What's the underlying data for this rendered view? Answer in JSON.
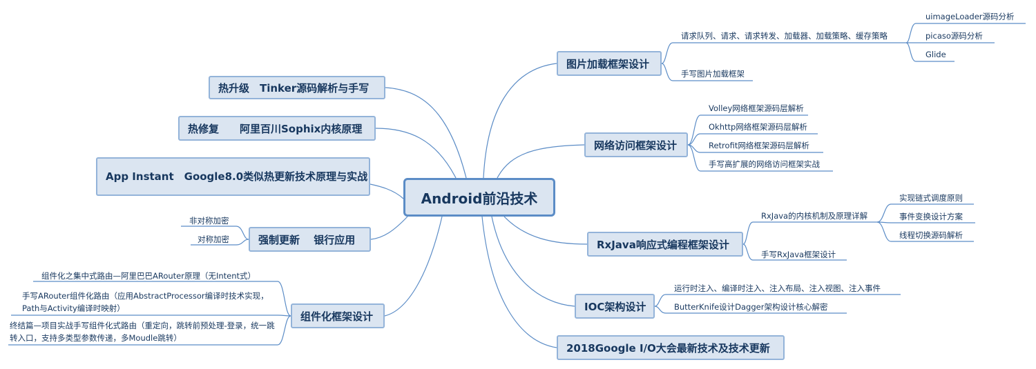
{
  "center": "Android前沿技术",
  "left": {
    "hotfix_upgrade": "热升级　Tinker源码解析与手写",
    "hotfix_repair": "热修复　　阿里百川Sophix内核原理",
    "app_instant": "App Instant　Google8.0类似热更新技术原理与实战",
    "force_update": {
      "label": "强制更新　 银行应用",
      "children": [
        "非对称加密",
        "对称加密"
      ]
    },
    "componentization": {
      "label": "组件化框架设计",
      "children": [
        "组件化之集中式路由—阿里巴巴ARouter原理（无Intent式）",
        "手写ARouter组件化路由（应用AbstractProcessor编译时技术实现，Path与Activity编译时映射）",
        "终结篇—项目实战手写组件化式路由（重定向，跳转前预处理-登录，统一跳转入口，支持多类型参数传递，多Moudle跳转）"
      ]
    }
  },
  "right": {
    "image_loading": {
      "label": "图片加载框架设计",
      "branch1": "请求队列、请求、请求转发、加载器、加载策略、缓存策略",
      "branch1_children": [
        "uimageLoader源码分析",
        "picaso源码分析",
        "Glide"
      ],
      "branch2": "手写图片加载框架"
    },
    "network": {
      "label": "网络访问框架设计",
      "children": [
        "Volley网络框架源码层解析",
        "Okhttp网络框架源码层解析",
        "Retrofit网络框架源码层解析",
        "手写高扩展的网络访问框架实战"
      ]
    },
    "rxjava": {
      "label": "RxJava响应式编程框架设计",
      "branch1": "RxJava的内核机制及原理详解",
      "branch1_children": [
        "实现链式调度原则",
        "事件变换设计方案",
        "线程切换源码解析"
      ],
      "branch2": "手写RxJava框架设计"
    },
    "ioc": {
      "label": "IOC架构设计",
      "children": [
        "运行时注入、编译时注入、注入布局、注入视图、注入事件",
        "ButterKnife设计Dagger架构设计核心解密"
      ]
    },
    "google_io": "2018Google I/O大会最新技术及技术更新"
  },
  "colors": {
    "node_fill": "#dbe5f1",
    "node_border": "#93b3d9",
    "line": "#5b8cc6",
    "text": "#17375e"
  }
}
